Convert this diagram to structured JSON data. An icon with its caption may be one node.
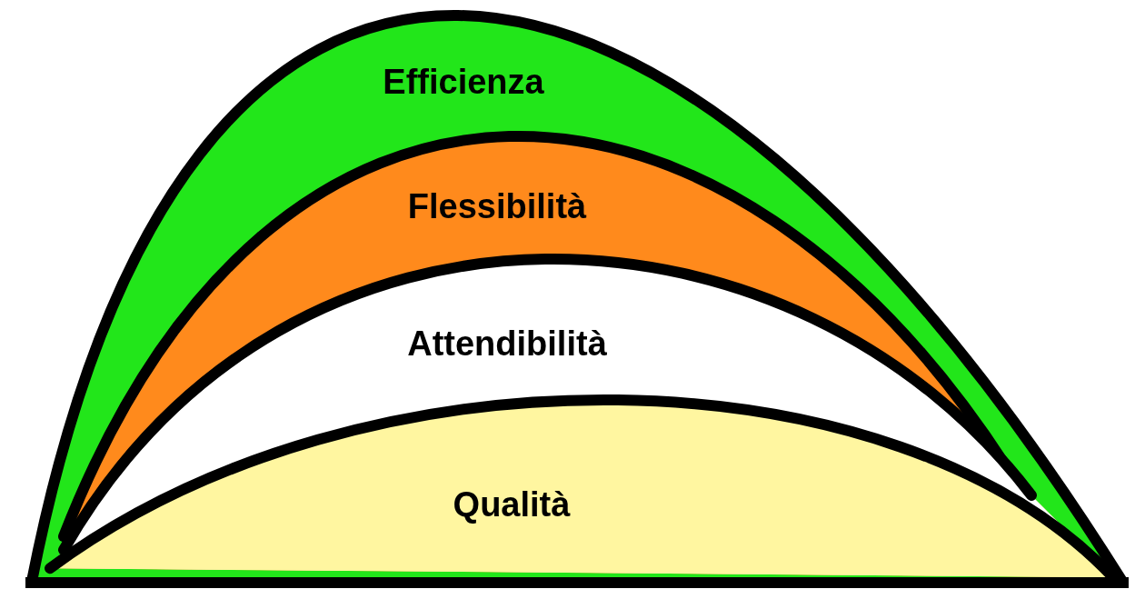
{
  "diagram": {
    "nodes": [
      {
        "text": [
          "Efficienza"
        ]
      },
      {
        "text": [
          "Flessibilità"
        ],
        "in": 0
      },
      {
        "text": [
          "Attendibilità"
        ],
        "in": 1
      },
      {
        "text": [
          "Qualità"
        ],
        "in": 2
      }
    ]
  }
}
